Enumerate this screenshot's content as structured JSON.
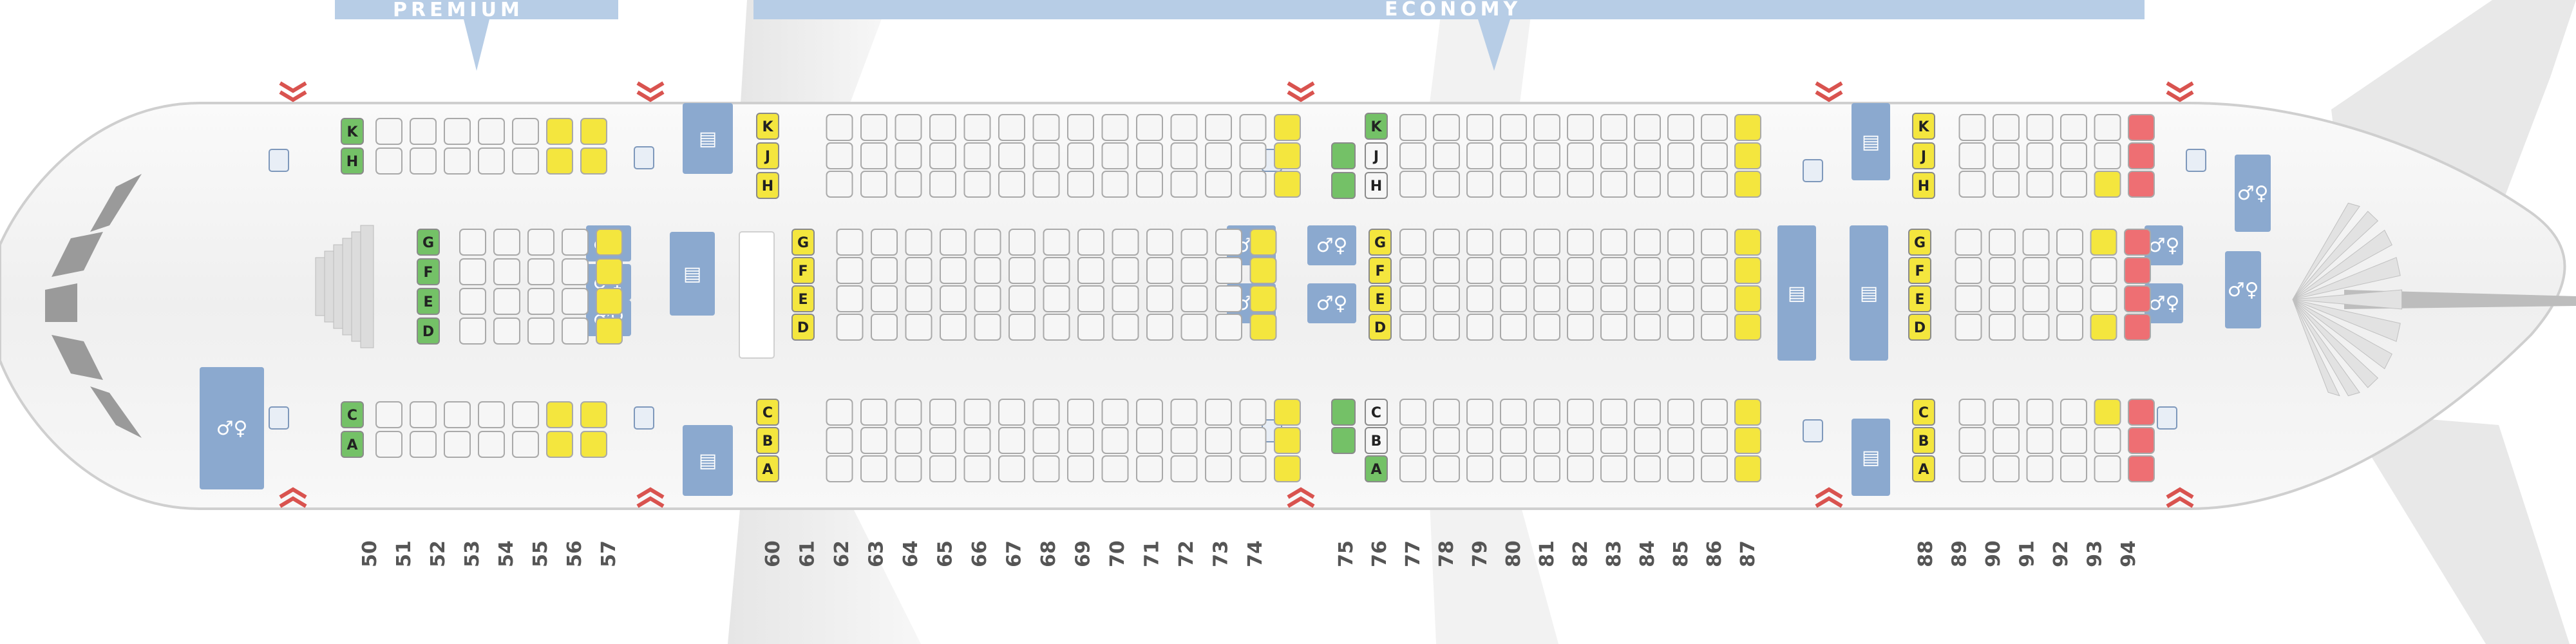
{
  "colors": {
    "fuselage": "#eeeeee",
    "outline": "#c9c9c9",
    "seat_standard": "#f6f6f6",
    "seat_good": "#f4e63e",
    "seat_bad": "#ee6f73",
    "seat_premium": "#74c167",
    "facility": "#8ba9cf",
    "banner": "#b7cde6",
    "exit": "#d9534f"
  },
  "banner_premium": {
    "text": "PREMIUM"
  },
  "banner_economy": {
    "text": "ECONOMY"
  },
  "icons": {
    "exit": "exit-arrow-icon",
    "lavatory": "lavatory-icon",
    "galley": "galley-icon",
    "closet": "closet-icon",
    "bassinet": "bassinet-icon"
  },
  "seat_layout": {
    "premium_letters": {
      "A": "A",
      "C": "C",
      "D": "D",
      "E": "E",
      "F": "F",
      "G": "G",
      "H": "H",
      "K": "K"
    },
    "economy_letters": {
      "A": "A",
      "B": "B",
      "C": "C",
      "D": "D",
      "E": "E",
      "F": "F",
      "G": "G",
      "H": "H",
      "J": "J",
      "K": "K"
    }
  },
  "rows": {
    "premium": [
      "50",
      "51",
      "52",
      "53",
      "54",
      "55",
      "56",
      "57"
    ],
    "economy_1": [
      "60",
      "61",
      "62",
      "63",
      "64",
      "65",
      "66",
      "67",
      "68",
      "69",
      "70",
      "71",
      "72",
      "73",
      "74"
    ],
    "economy_2": [
      "75",
      "76",
      "77",
      "78",
      "79",
      "80",
      "81",
      "82",
      "83",
      "84",
      "85",
      "86",
      "87"
    ],
    "economy_3": [
      "88",
      "89",
      "90",
      "91",
      "92",
      "93",
      "94"
    ]
  }
}
